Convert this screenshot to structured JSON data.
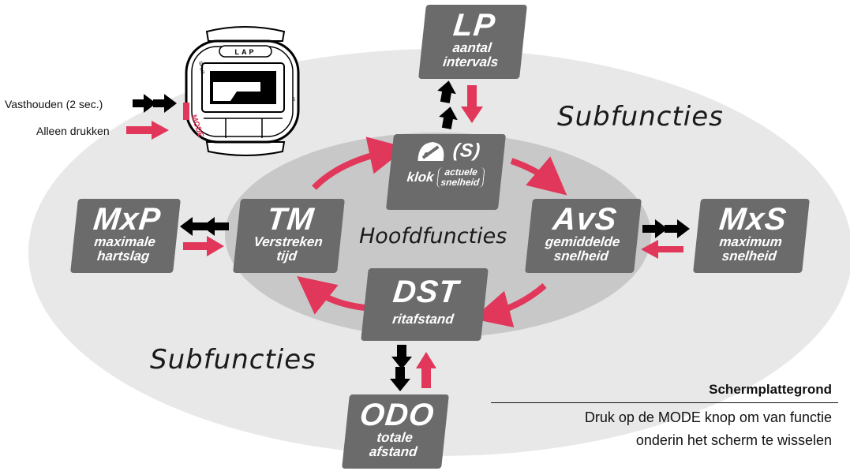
{
  "legend": {
    "hold_label": "Vasthouden (2 sec.)",
    "press_label": "Alleen drukken"
  },
  "watch": {
    "lap_label": "LAP",
    "mode_label": "MODE",
    "side_label_left": "SPLIT",
    "side_label_right": "S"
  },
  "regions": {
    "outer_label_right": "Subfuncties",
    "outer_label_left": "Subfuncties",
    "inner_label": "Hoofdfuncties"
  },
  "functions": {
    "lp": {
      "code": "LP",
      "label1": "aantal",
      "label2": "intervals"
    },
    "clock": {
      "code": "(S)",
      "label1": "klok",
      "paren1": "actuele",
      "paren2": "snelheid",
      "icon": "speedometer-icon"
    },
    "tm": {
      "code": "TM",
      "label1": "Verstreken",
      "label2": "tijd"
    },
    "avs": {
      "code": "AvS",
      "label1": "gemiddelde",
      "label2": "snelheid"
    },
    "dst": {
      "code": "DST",
      "label1": "ritafstand"
    },
    "mxp": {
      "code": "MxP",
      "label1": "maximale",
      "label2": "hartslag"
    },
    "mxs": {
      "code": "MxS",
      "label1": "maximum",
      "label2": "snelheid"
    },
    "odo": {
      "code": "ODO",
      "label1": "totale",
      "label2": "afstand"
    }
  },
  "caption": {
    "title": "Schermplattegrond",
    "line1": "Druk op de MODE knop om van functie",
    "line2": "onderin het scherm te wisselen"
  },
  "colors": {
    "hold_arrow": "#000000",
    "press_arrow": "#e0375a",
    "box": "#6b6b6b",
    "outer_ellipse": "#e8e8e8",
    "inner_ellipse": "#c8c8c8"
  }
}
